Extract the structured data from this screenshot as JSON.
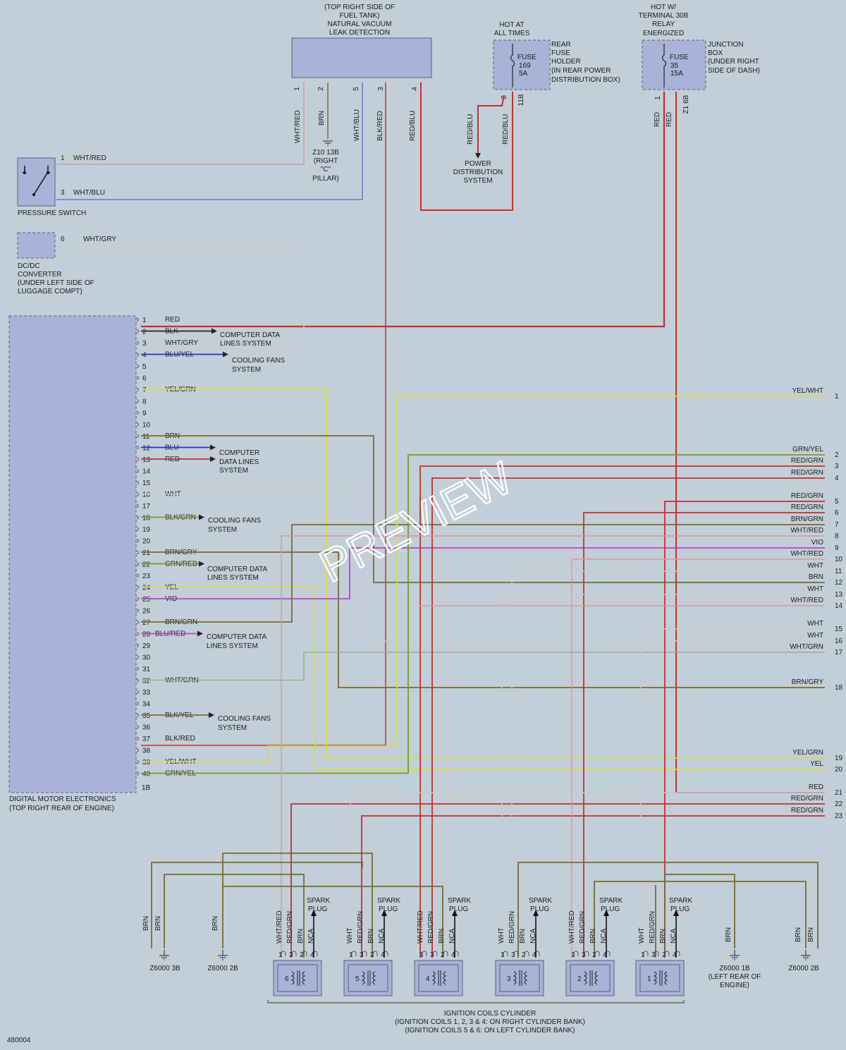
{
  "colors": {
    "red": "#c62e2e",
    "ltred": "#d49a9a",
    "blue": "#6e78c8",
    "dkblue": "#2233cc",
    "grn": "#7b9a2a",
    "yel": "#d9d94a",
    "brn": "#7a6a2e",
    "vio": "#c040c8",
    "gry": "#c8ccd0",
    "blk": "#222222",
    "ltgrn": "#8fb48f",
    "wht": "#e6e6e6"
  },
  "components": {
    "nvld": [
      "(TOP RIGHT SIDE OF",
      "FUEL TANK)",
      "NATURAL VACUUM",
      "LEAK DETECTION"
    ],
    "nvld_pins": [
      "1",
      "2",
      "5",
      "3",
      "4"
    ],
    "nvld_wires": [
      "WHT/RED",
      "BRN",
      "WHT/BLU",
      "BLK/RED",
      "RED/BLU"
    ],
    "ground_z10": [
      "Z10 13B",
      "(RIGHT",
      "\"C\"",
      "PILLAR)"
    ],
    "hot_all": [
      "HOT AT",
      "ALL TIMES"
    ],
    "fuse169": [
      "FUSE",
      "169",
      "5A"
    ],
    "rear_fuse": [
      "REAR",
      "FUSE",
      "HOLDER",
      "(IN REAR POWER",
      "DISTRIBUTION BOX)"
    ],
    "rear_fuse_pins": [
      "8",
      "11B"
    ],
    "red_blu": "RED/BLU",
    "power_dist": [
      "POWER",
      "DISTRIBUTION",
      "SYSTEM"
    ],
    "hot_30b": [
      "HOT W/",
      "TERMINAL 30B",
      "RELAY",
      "ENERGIZED"
    ],
    "fuse35": [
      "FUSE",
      "35",
      "15A"
    ],
    "junction": [
      "JUNCTION",
      "BOX",
      "(UNDER RIGHT",
      "SIDE OF DASH)"
    ],
    "junction_pins": [
      "1",
      "Z1 6B"
    ],
    "red": "RED",
    "pressure_switch": "PRESSURE SWITCH",
    "ps_pins": [
      "1",
      "3"
    ],
    "ps_wires": [
      "WHT/RED",
      "WHT/BLU"
    ],
    "dcdc": [
      "DC/DC",
      "CONVERTER",
      "(UNDER LEFT SIDE OF",
      "LUGGAGE COMPT)"
    ],
    "dcdc_pin": "6",
    "dcdc_wire": "WHT/GRY",
    "dme": [
      "DIGITAL MOTOR ELECTRONICS",
      "(TOP RIGHT REAR OF ENGINE)"
    ],
    "pin_1b": "1B"
  },
  "dme_pins": [
    {
      "n": "1",
      "w": "RED"
    },
    {
      "n": "2",
      "w": "BLK"
    },
    {
      "n": "3",
      "w": "WHT/GRY"
    },
    {
      "n": "4",
      "w": "BLU/YEL"
    },
    {
      "n": "5",
      "w": ""
    },
    {
      "n": "6",
      "w": ""
    },
    {
      "n": "7",
      "w": "YEL/GRN"
    },
    {
      "n": "8",
      "w": ""
    },
    {
      "n": "9",
      "w": ""
    },
    {
      "n": "10",
      "w": ""
    },
    {
      "n": "11",
      "w": "BRN"
    },
    {
      "n": "12",
      "w": "BLU"
    },
    {
      "n": "13",
      "w": "RED"
    },
    {
      "n": "14",
      "w": ""
    },
    {
      "n": "15",
      "w": ""
    },
    {
      "n": "16",
      "w": "WHT"
    },
    {
      "n": "17",
      "w": ""
    },
    {
      "n": "18",
      "w": "BLK/GRN"
    },
    {
      "n": "19",
      "w": ""
    },
    {
      "n": "20",
      "w": ""
    },
    {
      "n": "21",
      "w": "BRN/GRY"
    },
    {
      "n": "22",
      "w": "GRN/RED"
    },
    {
      "n": "23",
      "w": ""
    },
    {
      "n": "24",
      "w": "YEL"
    },
    {
      "n": "25",
      "w": "VIO"
    },
    {
      "n": "26",
      "w": ""
    },
    {
      "n": "27",
      "w": "BRN/GRN"
    },
    {
      "n": "28",
      "w": "BLU/RED"
    },
    {
      "n": "29",
      "w": ""
    },
    {
      "n": "30",
      "w": ""
    },
    {
      "n": "31",
      "w": ""
    },
    {
      "n": "32",
      "w": "WHT/GRN"
    },
    {
      "n": "33",
      "w": ""
    },
    {
      "n": "34",
      "w": ""
    },
    {
      "n": "35",
      "w": "BLK/YEL"
    },
    {
      "n": "36",
      "w": ""
    },
    {
      "n": "37",
      "w": "BLK/RED"
    },
    {
      "n": "38",
      "w": ""
    },
    {
      "n": "39",
      "w": "YEL/WHT"
    },
    {
      "n": "40",
      "w": "GRN/YEL"
    }
  ],
  "systems": {
    "cds1": [
      "COMPUTER DATA",
      "LINES SYSTEM"
    ],
    "cfs1": [
      "COOLING FANS",
      "SYSTEM"
    ],
    "cds2": [
      "COMPUTER",
      "DATA LINES",
      "SYSTEM"
    ],
    "cfs2": [
      "COOLING FANS",
      "SYSTEM"
    ],
    "cds3": [
      "COMPUTER DATA",
      "LINES SYSTEM"
    ],
    "cds4": [
      "COMPUTER DATA",
      "LINES SYSTEM"
    ],
    "cfs3": [
      "COOLING FANS",
      "SYSTEM"
    ]
  },
  "right_wires": [
    {
      "n": "1",
      "w": "YEL/WHT"
    },
    {
      "n": "2",
      "w": "GRN/YEL"
    },
    {
      "n": "3",
      "w": "RED/GRN"
    },
    {
      "n": "4",
      "w": "RED/GRN"
    },
    {
      "n": "5",
      "w": "RED/GRN"
    },
    {
      "n": "6",
      "w": "RED/GRN"
    },
    {
      "n": "7",
      "w": "BRN/GRN"
    },
    {
      "n": "8",
      "w": "WHT/RED"
    },
    {
      "n": "9",
      "w": "VIO"
    },
    {
      "n": "10",
      "w": "WHT/RED"
    },
    {
      "n": "11",
      "w": "WHT"
    },
    {
      "n": "12",
      "w": "BRN"
    },
    {
      "n": "13",
      "w": "WHT"
    },
    {
      "n": "14",
      "w": "WHT/RED"
    },
    {
      "n": "15",
      "w": "WHT"
    },
    {
      "n": "16",
      "w": "WHT"
    },
    {
      "n": "17",
      "w": "WHT/GRN"
    },
    {
      "n": "18",
      "w": "BRN/GRY"
    },
    {
      "n": "19",
      "w": "YEL/GRN"
    },
    {
      "n": "20",
      "w": "YEL"
    },
    {
      "n": "21",
      "w": "RED"
    },
    {
      "n": "22",
      "w": "RED/GRN"
    },
    {
      "n": "23",
      "w": "RED/GRN"
    }
  ],
  "coils": [
    {
      "num": "6",
      "wires": [
        "WHT/RED",
        "RED/GRN",
        "BRN",
        "NCA"
      ]
    },
    {
      "num": "5",
      "wires": [
        "WHT",
        "RED/GRN",
        "BRN",
        "NCA"
      ]
    },
    {
      "num": "4",
      "wires": [
        "WHT/RED",
        "RED/GRN",
        "BRN",
        "NCA"
      ]
    },
    {
      "num": "3",
      "wires": [
        "WHT",
        "RED/GRN",
        "BRN",
        "NCA"
      ]
    },
    {
      "num": "2",
      "wires": [
        "WHT/RED",
        "RED/GRN",
        "BRN",
        "NCA"
      ]
    },
    {
      "num": "1",
      "wires": [
        "WHT",
        "RED/GRN",
        "BRN",
        "NCA"
      ]
    }
  ],
  "coil_pins": [
    "1",
    "3",
    "2",
    "4"
  ],
  "spark_plug": [
    "SPARK",
    "PLUG"
  ],
  "brn": "BRN",
  "grounds": {
    "g1": "Z6000 3B",
    "g2": "Z6000 2B",
    "g3": [
      "Z6000 1B",
      "(LEFT REAR OF",
      "ENGINE)"
    ],
    "g4": "Z6000 2B"
  },
  "coil_caption": [
    "IGNITION COILS CYLINDER",
    "(IGNITION COILS 1, 2, 3 & 4: ON RIGHT CYLINDER BANK)",
    "(IGNITION COILS 5 & 6: ON LEFT CYLINDER BANK)"
  ],
  "figure_id": "480004",
  "watermark": "PREVIEW"
}
